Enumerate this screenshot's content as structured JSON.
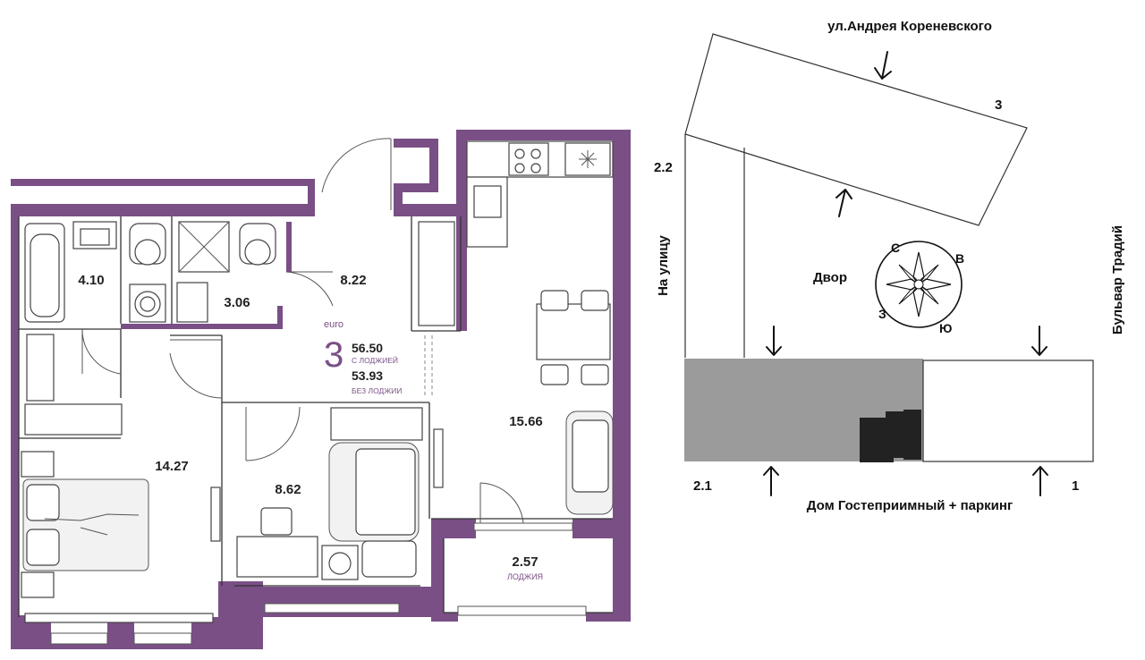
{
  "floorplan": {
    "rooms": {
      "bath": "4.10",
      "shower": "3.06",
      "hall": "8.22",
      "bedroom": "14.27",
      "study": "8.62",
      "kitchen_living": "15.66",
      "loggia": "2.57"
    },
    "loggia_label": "ЛОДЖИЯ",
    "summary": {
      "type_label": "euro",
      "rooms_count": "3",
      "area_with": "56.50",
      "area_with_label": "С ЛОДЖИЕЙ",
      "area_without": "53.93",
      "area_without_label": "БЕЗ ЛОДЖИИ"
    },
    "accent_color": "#7a4f86"
  },
  "site_plan": {
    "street_top": "ул.Андрея Кореневского",
    "street_right": "Бульвар Традий",
    "to_street": "На улицу",
    "courtyard": "Двор",
    "bottom_label": "Дом Гостеприимный + паркинг",
    "building_numbers": {
      "b3": "3",
      "b22": "2.2",
      "b21": "2.1",
      "b1": "1"
    },
    "compass": {
      "north": "С",
      "east": "В",
      "south": "Ю",
      "west": "З"
    },
    "highlight_color": "#9b9b9b"
  }
}
